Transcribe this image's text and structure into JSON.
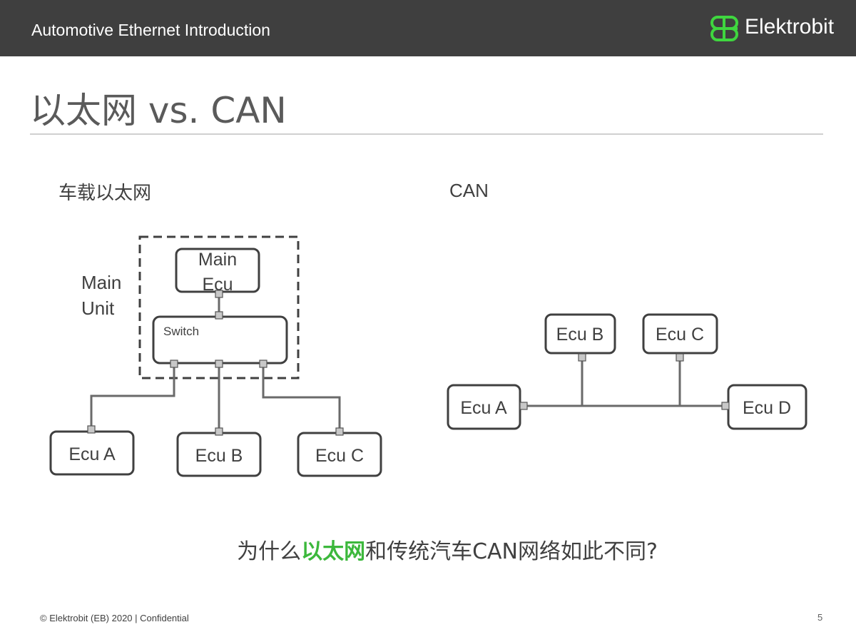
{
  "header": {
    "title": "Automotive Ethernet Introduction",
    "logo_text": "Elektrobit",
    "logo_color": "#3fd63f",
    "bg_color": "#3f3f3f"
  },
  "slide": {
    "title": "以太网 vs. CAN"
  },
  "ethernet_diagram": {
    "section_label": "车载以太网",
    "main_unit_label": "Main Unit",
    "main_ecu_label_line1": "Main",
    "main_ecu_label_line2": "Ecu",
    "switch_label": "Switch",
    "ecu_a": "Ecu A",
    "ecu_b": "Ecu B",
    "ecu_c": "Ecu C"
  },
  "can_diagram": {
    "section_label": "CAN",
    "ecu_a": "Ecu A",
    "ecu_b": "Ecu B",
    "ecu_c": "Ecu C",
    "ecu_d": "Ecu D"
  },
  "question": {
    "prefix": "为什么",
    "highlight": "以太网",
    "suffix": "和传统汽车CAN网络如此不同?",
    "highlight_color": "#3cb83c"
  },
  "footer": {
    "copyright": "© Elektrobit (EB) 2020 | Confidential",
    "page_number": "5"
  }
}
